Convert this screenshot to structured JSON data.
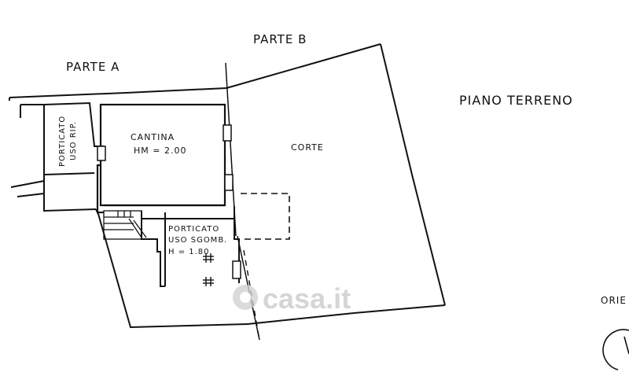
{
  "labels": {
    "parte_a": "PARTE A",
    "parte_b": "PARTE B",
    "title": "PIANO TERRENO",
    "cantina": "CANTINA",
    "cantina_height": "HM = 2.00",
    "corte": "CORTE",
    "porticato_rip_line1": "PORTICATO",
    "porticato_rip_line2": "USO RIP.",
    "porticato_sgomb_line1": "PORTICATO",
    "porticato_sgomb_line2": "USO SGOMB.",
    "porticato_sgomb_height": "H = 1.80",
    "orientation": "ORIE"
  },
  "watermark": "casa.it",
  "colors": {
    "ink": "#111111",
    "watermark": "#c8c8c8"
  }
}
